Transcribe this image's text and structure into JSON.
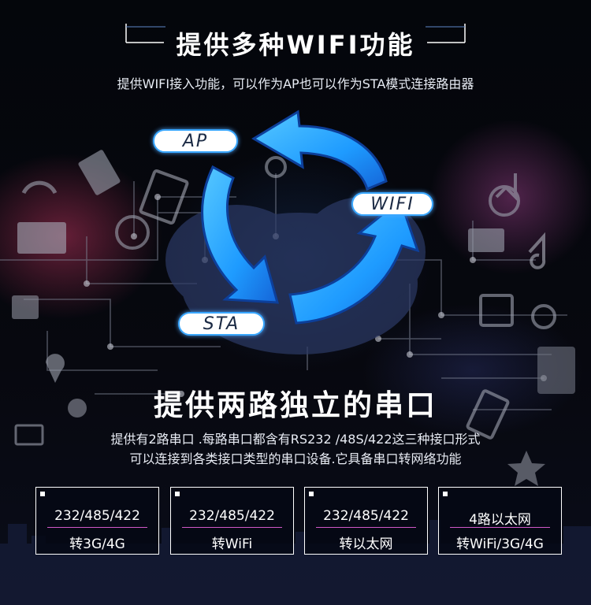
{
  "section_wifi": {
    "title": "提供多种WIFI功能",
    "subtitle": "提供WIFI接入功能，可以作为AP也可以作为STA模式连接路由器"
  },
  "diagram": {
    "ap_label": "AP",
    "wifi_label": "WIFI",
    "sta_label": "STA",
    "arrow_color": "#1e9bff"
  },
  "section_serial": {
    "title": "提供两路独立的串口",
    "description_line1": "提供有2路串口 .每路串口都含有RS232 /48S/422这三种接口形式",
    "description_line2": "可以连接到各类接口类型的串口设备.它具备串口转网络功能"
  },
  "features": [
    {
      "top": "232/485/422",
      "bottom": "转3G/4G"
    },
    {
      "top": "232/485/422",
      "bottom": "转WiFi"
    },
    {
      "top": "232/485/422",
      "bottom": "转以太网"
    },
    {
      "top": "4路以太网",
      "bottom": "转WiFi/3G/4G"
    }
  ],
  "colors": {
    "accent_blue": "#3aa7ff",
    "divider_pink": "#d058c8",
    "background": "#05070d"
  }
}
